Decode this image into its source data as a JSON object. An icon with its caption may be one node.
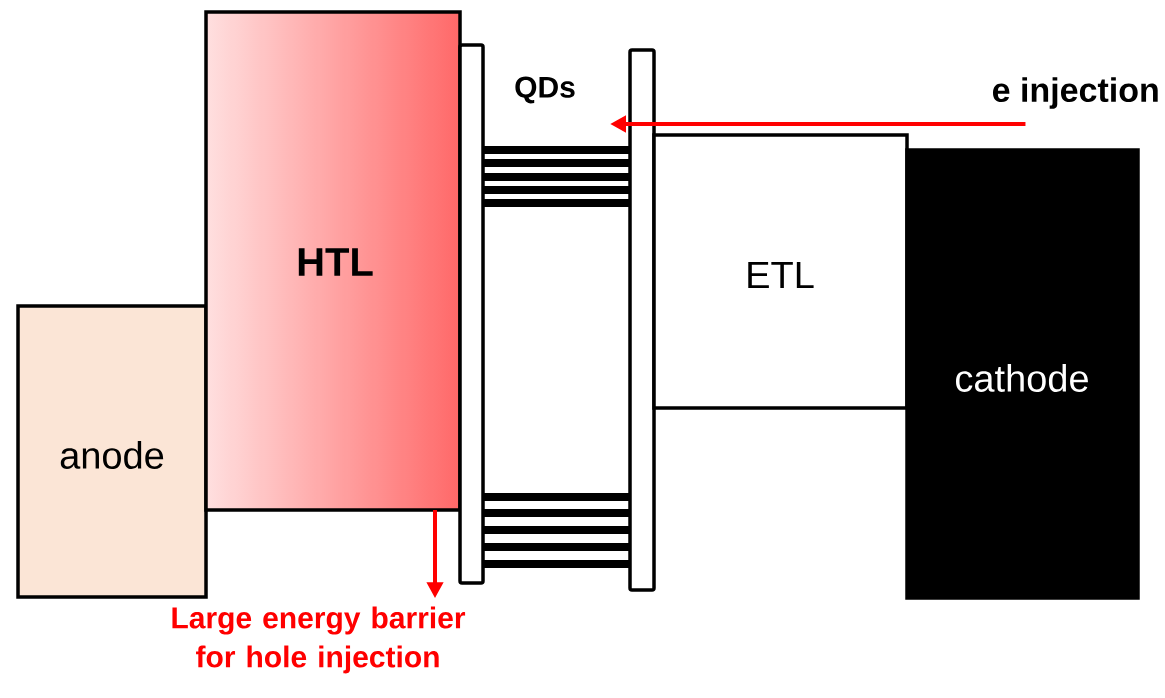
{
  "diagram": {
    "nodes": [
      {
        "text": [
          "anode"
        ]
      },
      {
        "text": [
          "HTL"
        ]
      },
      {
        "text": [],
        "shape": "bar"
      },
      {
        "text": [],
        "shape": "bar"
      },
      {
        "text": [
          "ETL"
        ]
      },
      {
        "text": [
          "cathode"
        ]
      },
      {
        "text": [
          "e injection"
        ]
      },
      {
        "text": [
          "Large energy barrier for hole injection"
        ]
      }
    ],
    "edges": [
      {
        "from": 6,
        "to": 3,
        "arrow": "to",
        "color": "#ff0000"
      },
      {
        "from": 1,
        "to": 7,
        "arrow": "to",
        "color": "#ff0000"
      }
    ],
    "labels": [
      "QDs"
    ]
  }
}
